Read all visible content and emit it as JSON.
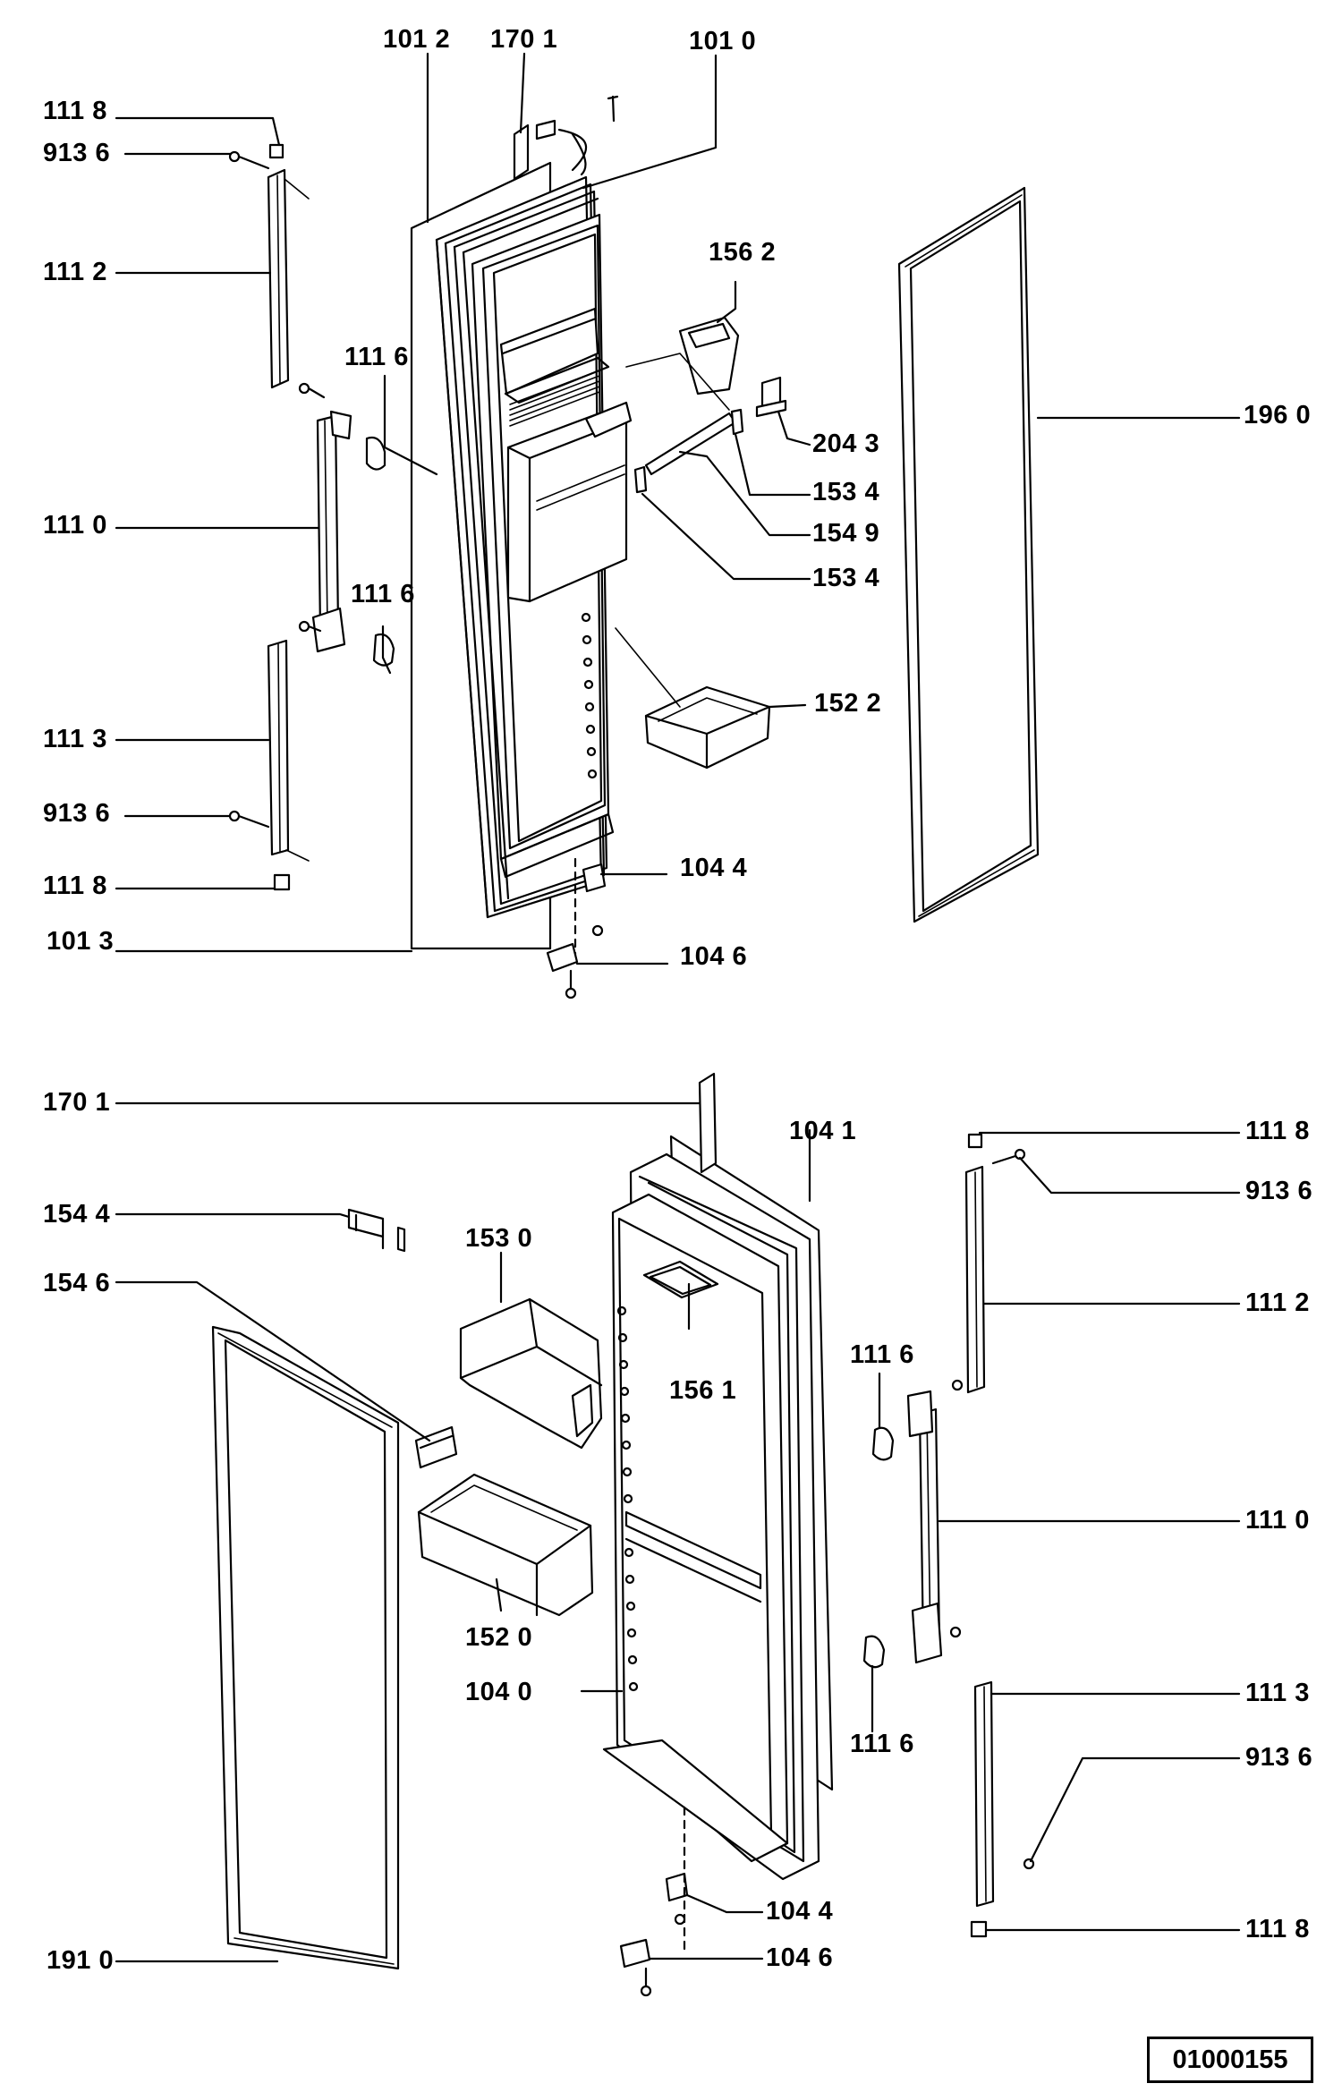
{
  "diagram": {
    "top_view": {
      "labels": [
        {
          "id": "t1012",
          "text": "101 2"
        },
        {
          "id": "t1701",
          "text": "170 1"
        },
        {
          "id": "t1010",
          "text": "101 0"
        },
        {
          "id": "t1118a",
          "text": "111 8"
        },
        {
          "id": "t9136a",
          "text": "913 6"
        },
        {
          "id": "t1112",
          "text": "111 2"
        },
        {
          "id": "t1562",
          "text": "156 2"
        },
        {
          "id": "t1116a",
          "text": "111 6"
        },
        {
          "id": "t1960",
          "text": "196 0"
        },
        {
          "id": "t2043",
          "text": "204 3"
        },
        {
          "id": "t1534a",
          "text": "153 4"
        },
        {
          "id": "t1110",
          "text": "111 0"
        },
        {
          "id": "t1549",
          "text": "154 9"
        },
        {
          "id": "t1534b",
          "text": "153 4"
        },
        {
          "id": "t1116b",
          "text": "111 6"
        },
        {
          "id": "t1522",
          "text": "152 2"
        },
        {
          "id": "t1113",
          "text": "111 3"
        },
        {
          "id": "t9136b",
          "text": "913 6"
        },
        {
          "id": "t1044",
          "text": "104 4"
        },
        {
          "id": "t1118b",
          "text": "111 8"
        },
        {
          "id": "t1013",
          "text": "101 3"
        },
        {
          "id": "t1046",
          "text": "104 6"
        }
      ]
    },
    "bottom_view": {
      "labels": [
        {
          "id": "b1701",
          "text": "170 1"
        },
        {
          "id": "b1041",
          "text": "104 1"
        },
        {
          "id": "b1118a",
          "text": "111 8"
        },
        {
          "id": "b9136a",
          "text": "913 6"
        },
        {
          "id": "b1544",
          "text": "154 4"
        },
        {
          "id": "b1530",
          "text": "153 0"
        },
        {
          "id": "b1546",
          "text": "154 6"
        },
        {
          "id": "b1112",
          "text": "111 2"
        },
        {
          "id": "b1116a",
          "text": "111 6"
        },
        {
          "id": "b1561",
          "text": "156 1"
        },
        {
          "id": "b1110",
          "text": "111 0"
        },
        {
          "id": "b1520",
          "text": "152 0"
        },
        {
          "id": "b1040",
          "text": "104 0"
        },
        {
          "id": "b1113",
          "text": "111 3"
        },
        {
          "id": "b1116b",
          "text": "111 6"
        },
        {
          "id": "b9136b",
          "text": "913 6"
        },
        {
          "id": "b1044",
          "text": "104 4"
        },
        {
          "id": "b1118b",
          "text": "111 8"
        },
        {
          "id": "b1910",
          "text": "191 0"
        },
        {
          "id": "b1046",
          "text": "104 6"
        }
      ]
    },
    "drawing_code": "01000155"
  }
}
